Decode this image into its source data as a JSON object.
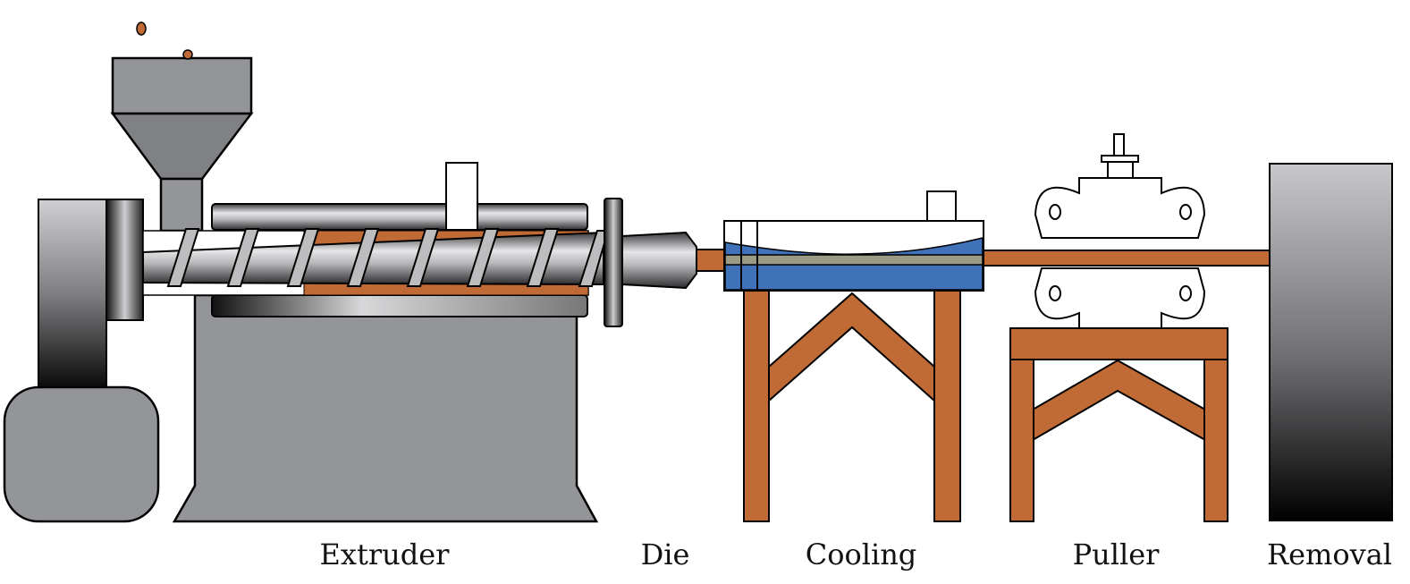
{
  "stages": {
    "extruder": "Extruder",
    "die": "Die",
    "cooling": "Cooling",
    "puller": "Puller",
    "removal": "Removal"
  },
  "colors": {
    "plastic": "#c06a35",
    "machine_gray": "#949599",
    "water": "#3f72b8",
    "outline": "#000000"
  },
  "icons": {
    "motor": "motor-icon",
    "hopper": "hopper-icon",
    "screw": "screw-icon",
    "die": "die-icon",
    "water-tank": "water-tank-icon",
    "puller-rollers": "puller-roller-icon",
    "removal-unit": "removal-unit-icon"
  }
}
